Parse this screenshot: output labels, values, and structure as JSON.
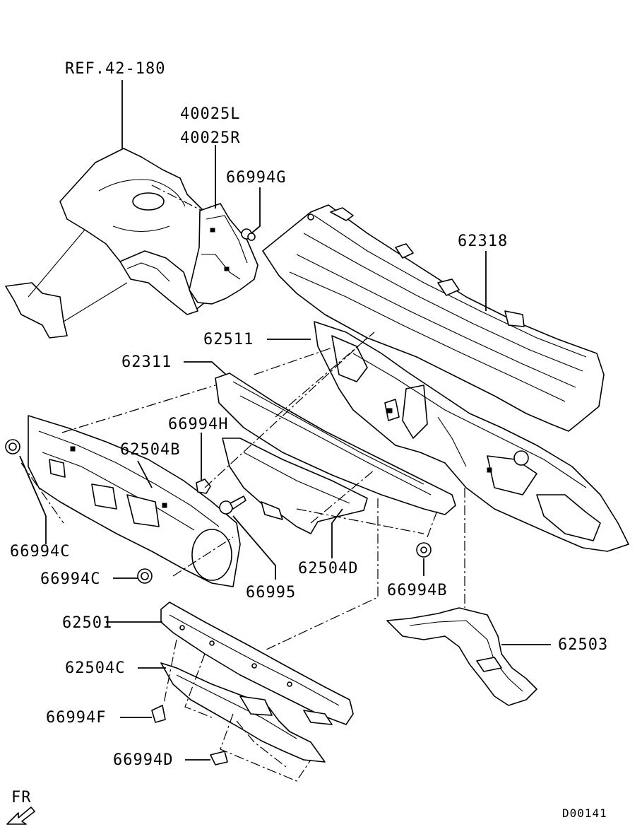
{
  "diagram": {
    "drawing_code": "D00141",
    "direction_label": "FR",
    "labels": {
      "ref": "REF.42-180",
      "p40025L": "40025L",
      "p40025R": "40025R",
      "p66994G": "66994G",
      "p62318": "62318",
      "p62511": "62511",
      "p62311": "62311",
      "p66994H": "66994H",
      "p62504B": "62504B",
      "p66994C_1": "66994C",
      "p66994C_2": "66994C",
      "p66995": "66995",
      "p62504D": "62504D",
      "p66994B": "66994B",
      "p62501": "62501",
      "p62503": "62503",
      "p62504C": "62504C",
      "p66994F": "66994F",
      "p66994D": "66994D"
    }
  }
}
